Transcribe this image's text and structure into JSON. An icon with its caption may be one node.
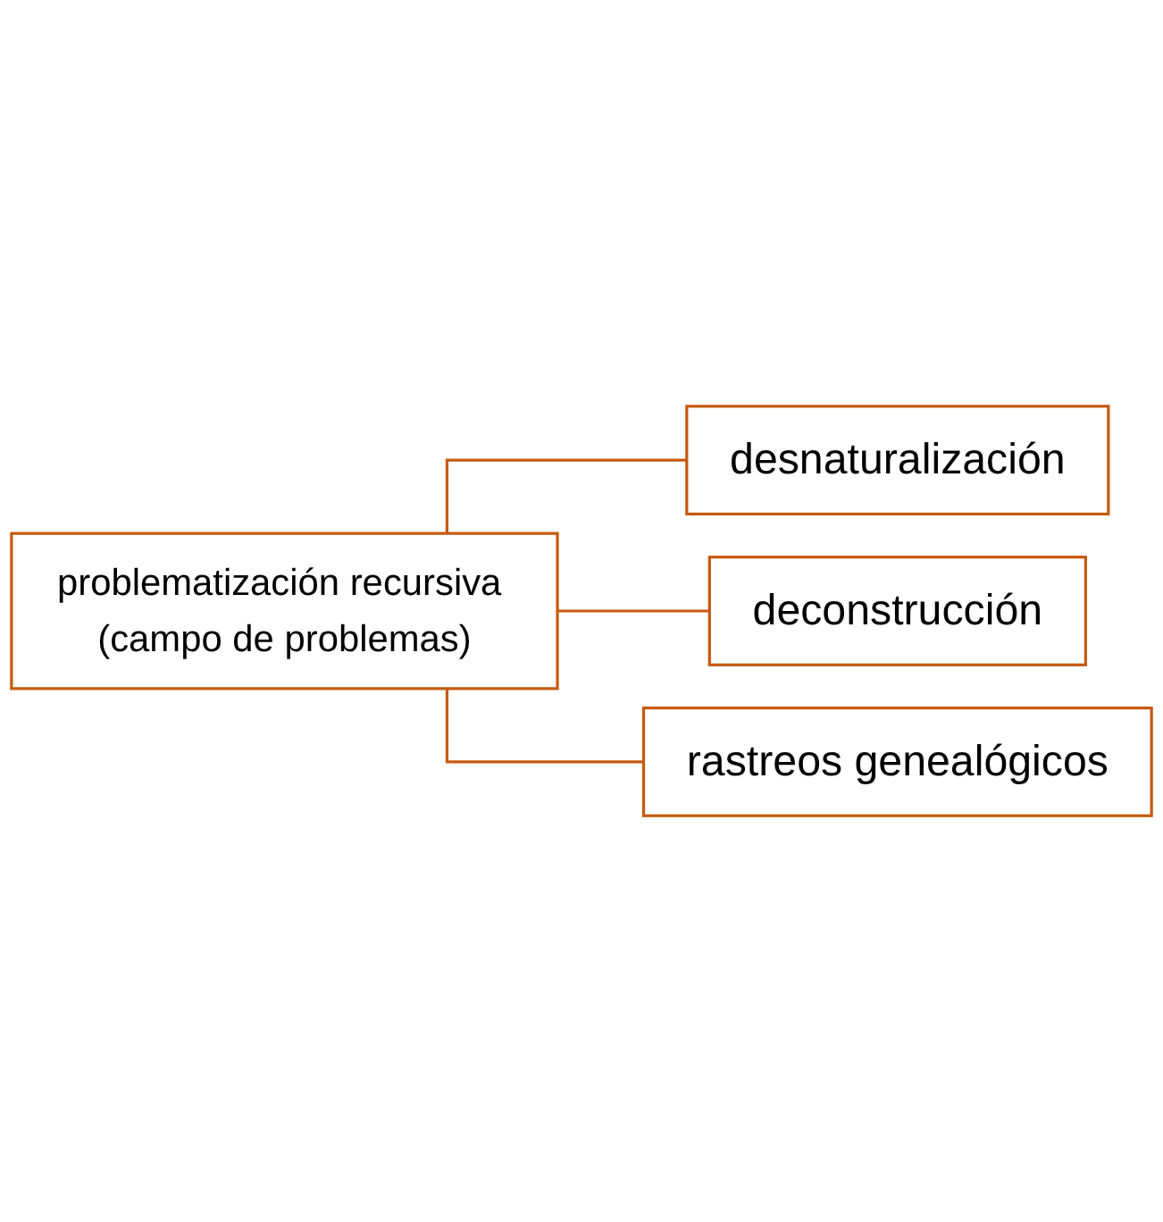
{
  "diagram": {
    "nodes": [
      {
        "text": [
          "problematización recursiva (campo de problemas)"
        ]
      },
      {
        "text": [
          "desnaturalización"
        ]
      },
      {
        "text": [
          "deconstrucción"
        ]
      },
      {
        "text": [
          "rastreos genealógicos"
        ]
      }
    ],
    "edges": [
      {
        "from": 0,
        "to": 1,
        "arrow": "none"
      },
      {
        "from": 0,
        "to": 2,
        "arrow": "none"
      },
      {
        "from": 0,
        "to": 3,
        "arrow": "none"
      }
    ]
  }
}
